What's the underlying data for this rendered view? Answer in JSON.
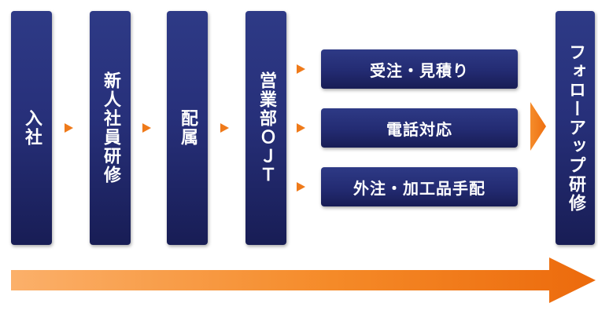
{
  "stages": [
    {
      "id": "nyusha",
      "label": "入社"
    },
    {
      "id": "shinjin",
      "label": "新人社員研修"
    },
    {
      "id": "haizoku",
      "label": "配属"
    },
    {
      "id": "ojt",
      "label": "営業部ＯＪＴ"
    }
  ],
  "tasks": [
    {
      "id": "order",
      "label": "受注・見積り"
    },
    {
      "id": "phone",
      "label": "電話対応"
    },
    {
      "id": "outsource",
      "label": "外注・加工品手配"
    }
  ],
  "followup": {
    "label": "フォローアップ研修"
  },
  "colors": {
    "box": "#27307a",
    "box_dark": "#181d55",
    "arrow": "#ef7a1a",
    "arrow_light": "#fbb06a"
  }
}
